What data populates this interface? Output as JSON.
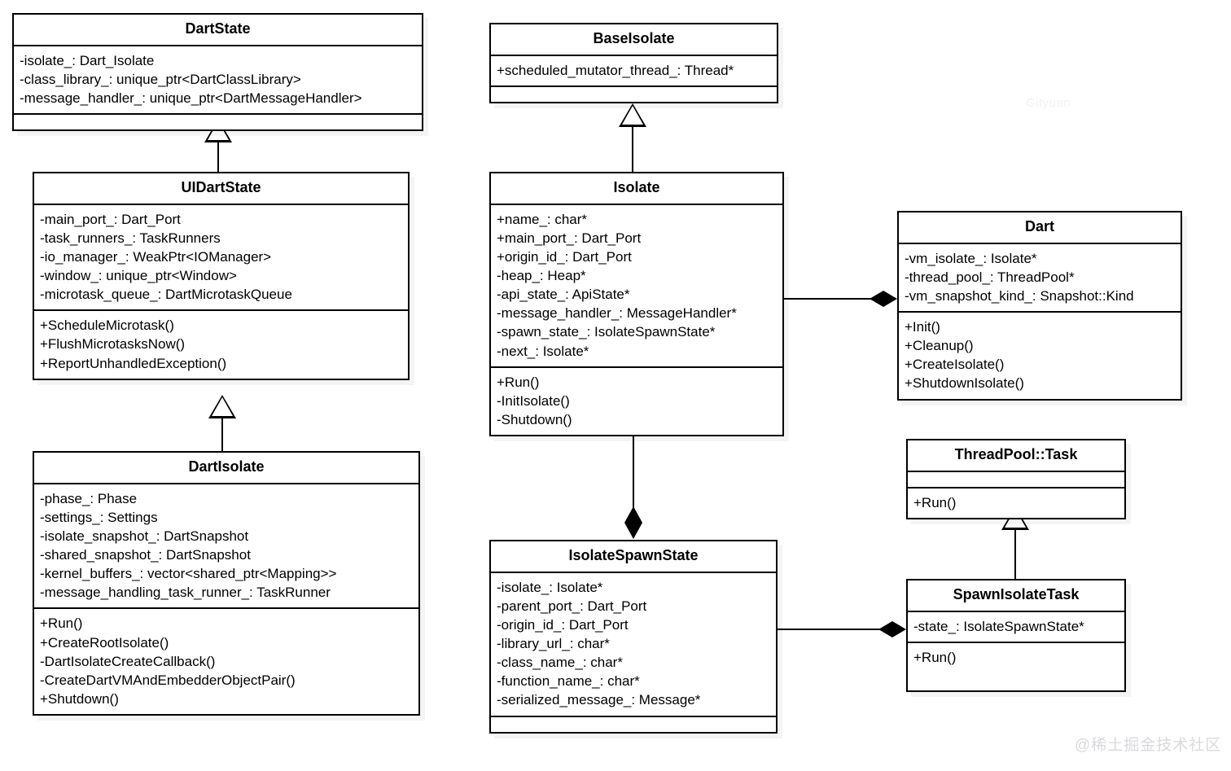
{
  "diagram": {
    "title": "Dart Isolate UML class diagram",
    "watermarks": {
      "center": "Gityuan",
      "corner": "@稀土掘金技术社区"
    }
  },
  "classes": {
    "dart_state": {
      "name": "DartState",
      "attributes": [
        "-isolate_: Dart_Isolate",
        "-class_library_: unique_ptr<DartClassLibrary>",
        "-message_handler_: unique_ptr<DartMessageHandler>"
      ],
      "methods": []
    },
    "ui_dart_state": {
      "name": "UIDartState",
      "attributes": [
        "-main_port_: Dart_Port",
        "-task_runners_: TaskRunners",
        "-io_manager_: WeakPtr<IOManager>",
        "-window_: unique_ptr<Window>",
        "-microtask_queue_: DartMicrotaskQueue"
      ],
      "methods": [
        "+ScheduleMicrotask()",
        "+FlushMicrotasksNow()",
        "+ReportUnhandledException()"
      ]
    },
    "dart_isolate": {
      "name": "DartIsolate",
      "attributes": [
        "-phase_: Phase",
        "-settings_: Settings",
        "-isolate_snapshot_: DartSnapshot",
        "-shared_snapshot_: DartSnapshot",
        "-kernel_buffers_: vector<shared_ptr<Mapping>>",
        "-message_handling_task_runner_: TaskRunner"
      ],
      "methods": [
        "+Run()",
        "+CreateRootIsolate()",
        "-DartIsolateCreateCallback()",
        "-CreateDartVMAndEmbedderObjectPair()",
        "+Shutdown()"
      ]
    },
    "base_isolate": {
      "name": "BaseIsolate",
      "attributes": [
        "+scheduled_mutator_thread_: Thread*"
      ],
      "methods": []
    },
    "isolate": {
      "name": "Isolate",
      "attributes": [
        "+name_: char*",
        "+main_port_: Dart_Port",
        "+origin_id_: Dart_Port",
        "-heap_: Heap*",
        "-api_state_: ApiState*",
        "-message_handler_: MessageHandler*",
        "-spawn_state_: IsolateSpawnState*",
        "-next_: Isolate*"
      ],
      "methods": [
        "+Run()",
        "-InitIsolate()",
        "-Shutdown()"
      ]
    },
    "dart": {
      "name": "Dart",
      "attributes": [
        "-vm_isolate_: Isolate*",
        "-thread_pool_: ThreadPool*",
        "-vm_snapshot_kind_: Snapshot::Kind"
      ],
      "methods": [
        "+Init()",
        "+Cleanup()",
        "+CreateIsolate()",
        "+ShutdownIsolate()"
      ]
    },
    "isolate_spawn_state": {
      "name": "IsolateSpawnState",
      "attributes": [
        "-isolate_: Isolate*",
        "-parent_port_: Dart_Port",
        "-origin_id_: Dart_Port",
        "-library_url_: char*",
        "-class_name_: char*",
        "-function_name_: char*",
        "-serialized_message_: Message*"
      ],
      "methods": []
    },
    "threadpool_task": {
      "name": "ThreadPool::Task",
      "attributes": [],
      "methods": [
        "+Run()"
      ]
    },
    "spawn_isolate_task": {
      "name": "SpawnIsolateTask",
      "attributes": [
        "-state_: IsolateSpawnState*"
      ],
      "methods": [
        "+Run()"
      ]
    }
  },
  "relationships": [
    {
      "from": "UIDartState",
      "to": "DartState",
      "type": "generalization"
    },
    {
      "from": "DartIsolate",
      "to": "UIDartState",
      "type": "generalization"
    },
    {
      "from": "Isolate",
      "to": "BaseIsolate",
      "type": "generalization"
    },
    {
      "from": "Dart",
      "to": "Isolate",
      "type": "composition"
    },
    {
      "from": "Isolate",
      "to": "IsolateSpawnState",
      "type": "composition"
    },
    {
      "from": "SpawnIsolateTask",
      "to": "ThreadPool::Task",
      "type": "generalization"
    },
    {
      "from": "SpawnIsolateTask",
      "to": "IsolateSpawnState",
      "type": "composition"
    }
  ]
}
